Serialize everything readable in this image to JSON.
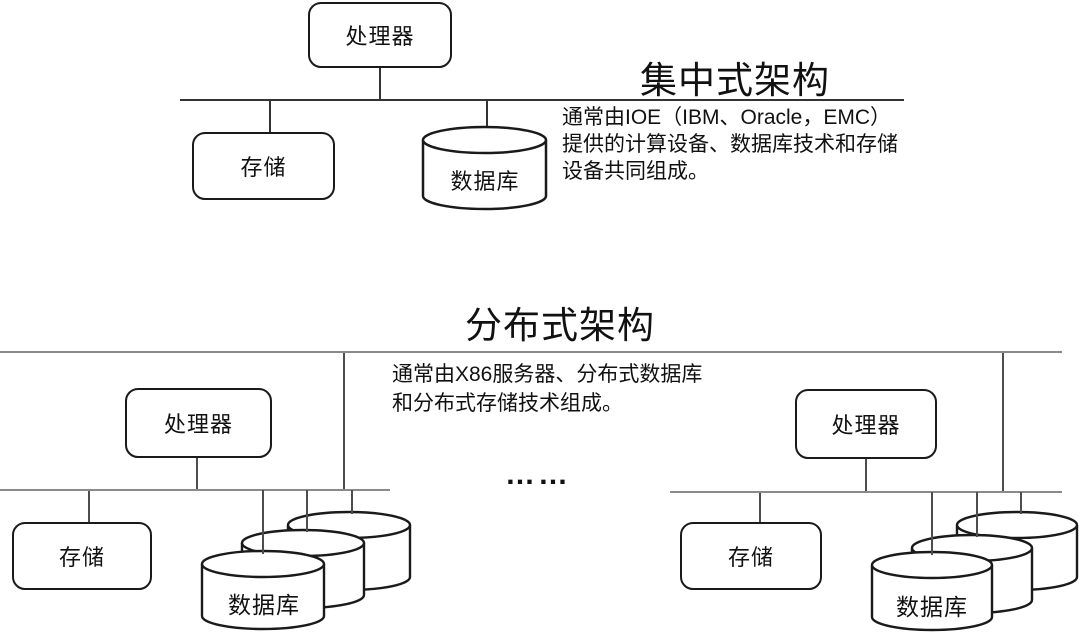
{
  "centralized": {
    "title": "集中式架构",
    "description_line1": "通常由IOE（IBM、Oracle，EMC）",
    "description_line2": "提供的计算设备、数据库技术和存储",
    "description_line3": "设备共同组成。",
    "processor_label": "处理器",
    "storage_label": "存储",
    "database_label": "数据库"
  },
  "distributed": {
    "title": "分布式架构",
    "description_line1": "通常由X86服务器、分布式数据库",
    "description_line2": "和分布式存储技术组成。",
    "ellipsis": "……",
    "left_cluster": {
      "processor_label": "处理器",
      "storage_label": "存储",
      "database_label": "数据库"
    },
    "right_cluster": {
      "processor_label": "处理器",
      "storage_label": "存储",
      "database_label": "数据库"
    }
  },
  "colors": {
    "shape_stroke": "#1a1a1a",
    "bus_line": "#8a8a8a",
    "connector_line": "#4d4d4d",
    "background": "#ffffff",
    "text": "#111111"
  }
}
